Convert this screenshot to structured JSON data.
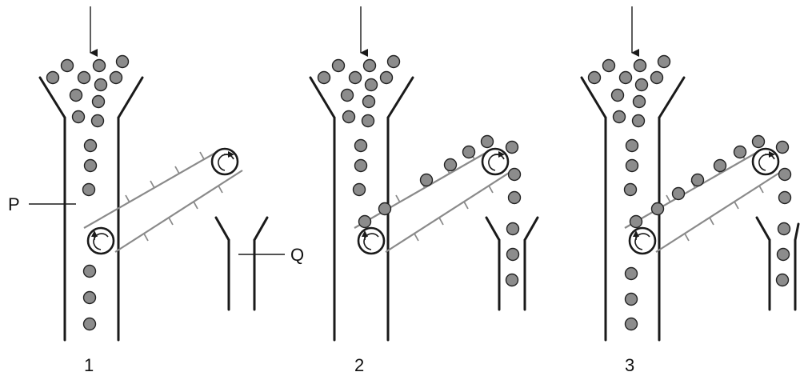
{
  "labels": {
    "P": "P",
    "Q": "Q"
  },
  "panels": [
    {
      "caption": "1"
    },
    {
      "caption": "2"
    },
    {
      "caption": "3"
    }
  ]
}
